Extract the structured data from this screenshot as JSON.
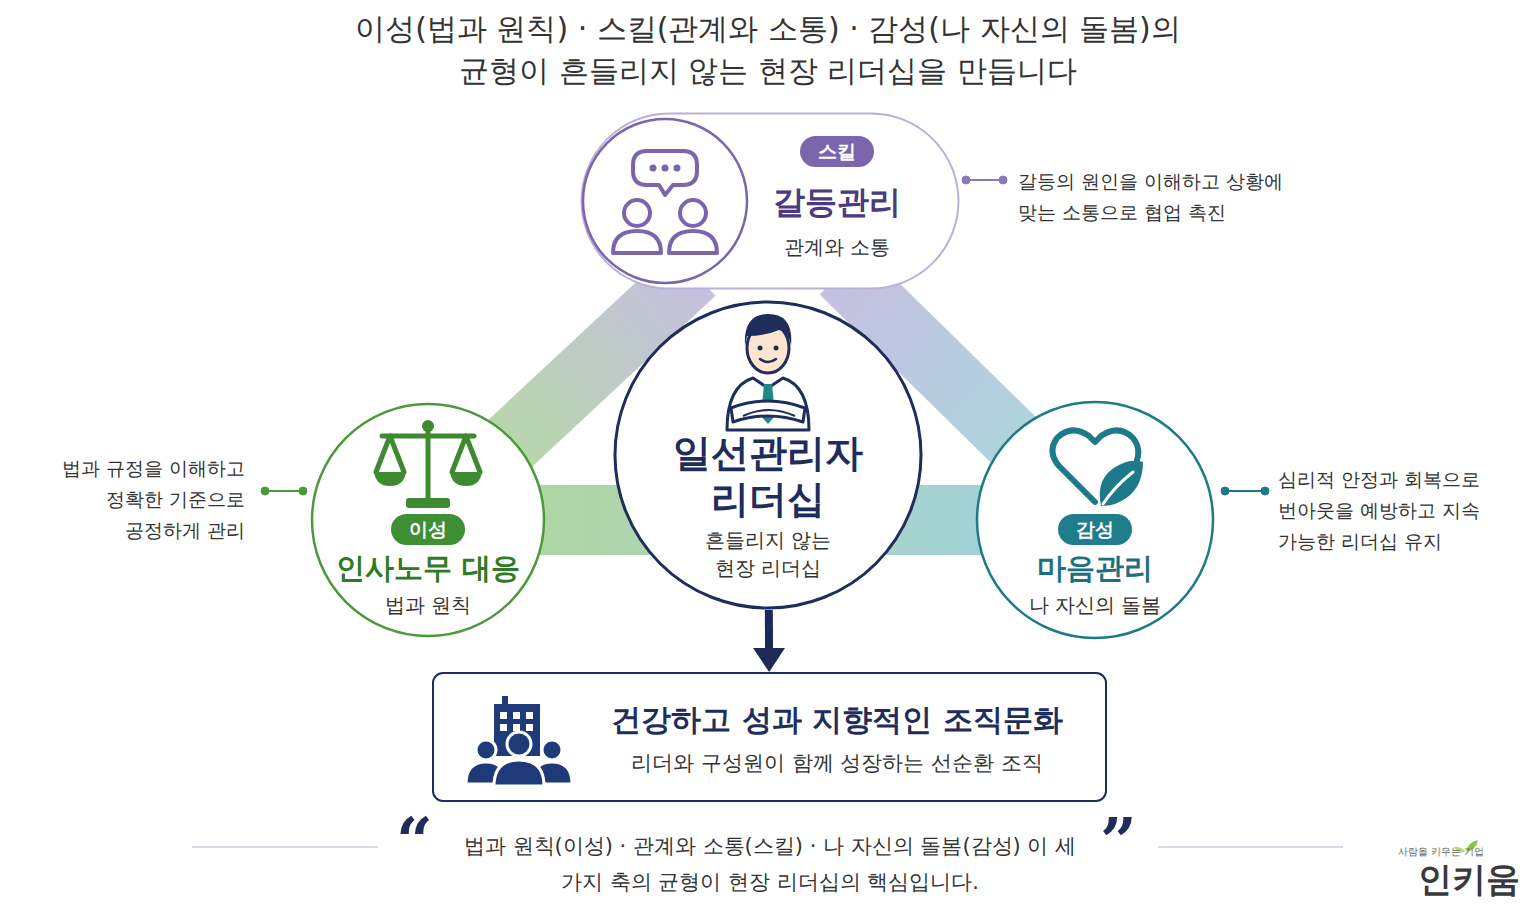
{
  "diagram": {
    "title": "이성(법과 원칙) · 스킬(관계와 소통) · 감성(나 자신의 돌봄)의 균형이 흔들리지 않는 현장 리더십을 만듭니다",
    "caption": "법과 원칙(이성) · 관계와 소통(스킬) · 나 자신의 돌봄(감성) 이 세 가지 축의 균형이 현장 리더십의 핵심입니다.",
    "nodes": [
      {
        "text": [
          "스킬",
          "갈등관리",
          "관계와 소통"
        ]
      },
      {
        "text": [
          "이성",
          "인사노무 대응",
          "법과 원칙"
        ]
      },
      {
        "text": [
          "일선관리자 리더십",
          "흔들리지 않는 현장 리더십"
        ]
      },
      {
        "text": [
          "감성",
          "마음관리",
          "나 자신의 돌봄"
        ]
      },
      {
        "text": [
          "건강하고 성과 지향적인 조직문화",
          "리더와 구성원이 함께 성장하는 선순환 조직"
        ]
      }
    ],
    "edges": [
      {
        "from": 0,
        "to": 1,
        "arrow": "none"
      },
      {
        "from": 0,
        "to": 3,
        "arrow": "none"
      },
      {
        "from": 1,
        "to": 3,
        "arrow": "none"
      },
      {
        "from": 2,
        "to": 4,
        "arrow": "to"
      }
    ],
    "labels": [
      "갈등의 원인을 이해하고 상황에 맞는 소통으로 협업 촉진",
      "법과 규정을 이해하고 정확한 기준으로 공정하게 관리",
      "심리적 안정과 회복으로 번아웃을 예방하고 지속 가능한 리더십 유지",
      "“",
      "”",
      "사람을 키우는 기업",
      "인키움"
    ]
  }
}
